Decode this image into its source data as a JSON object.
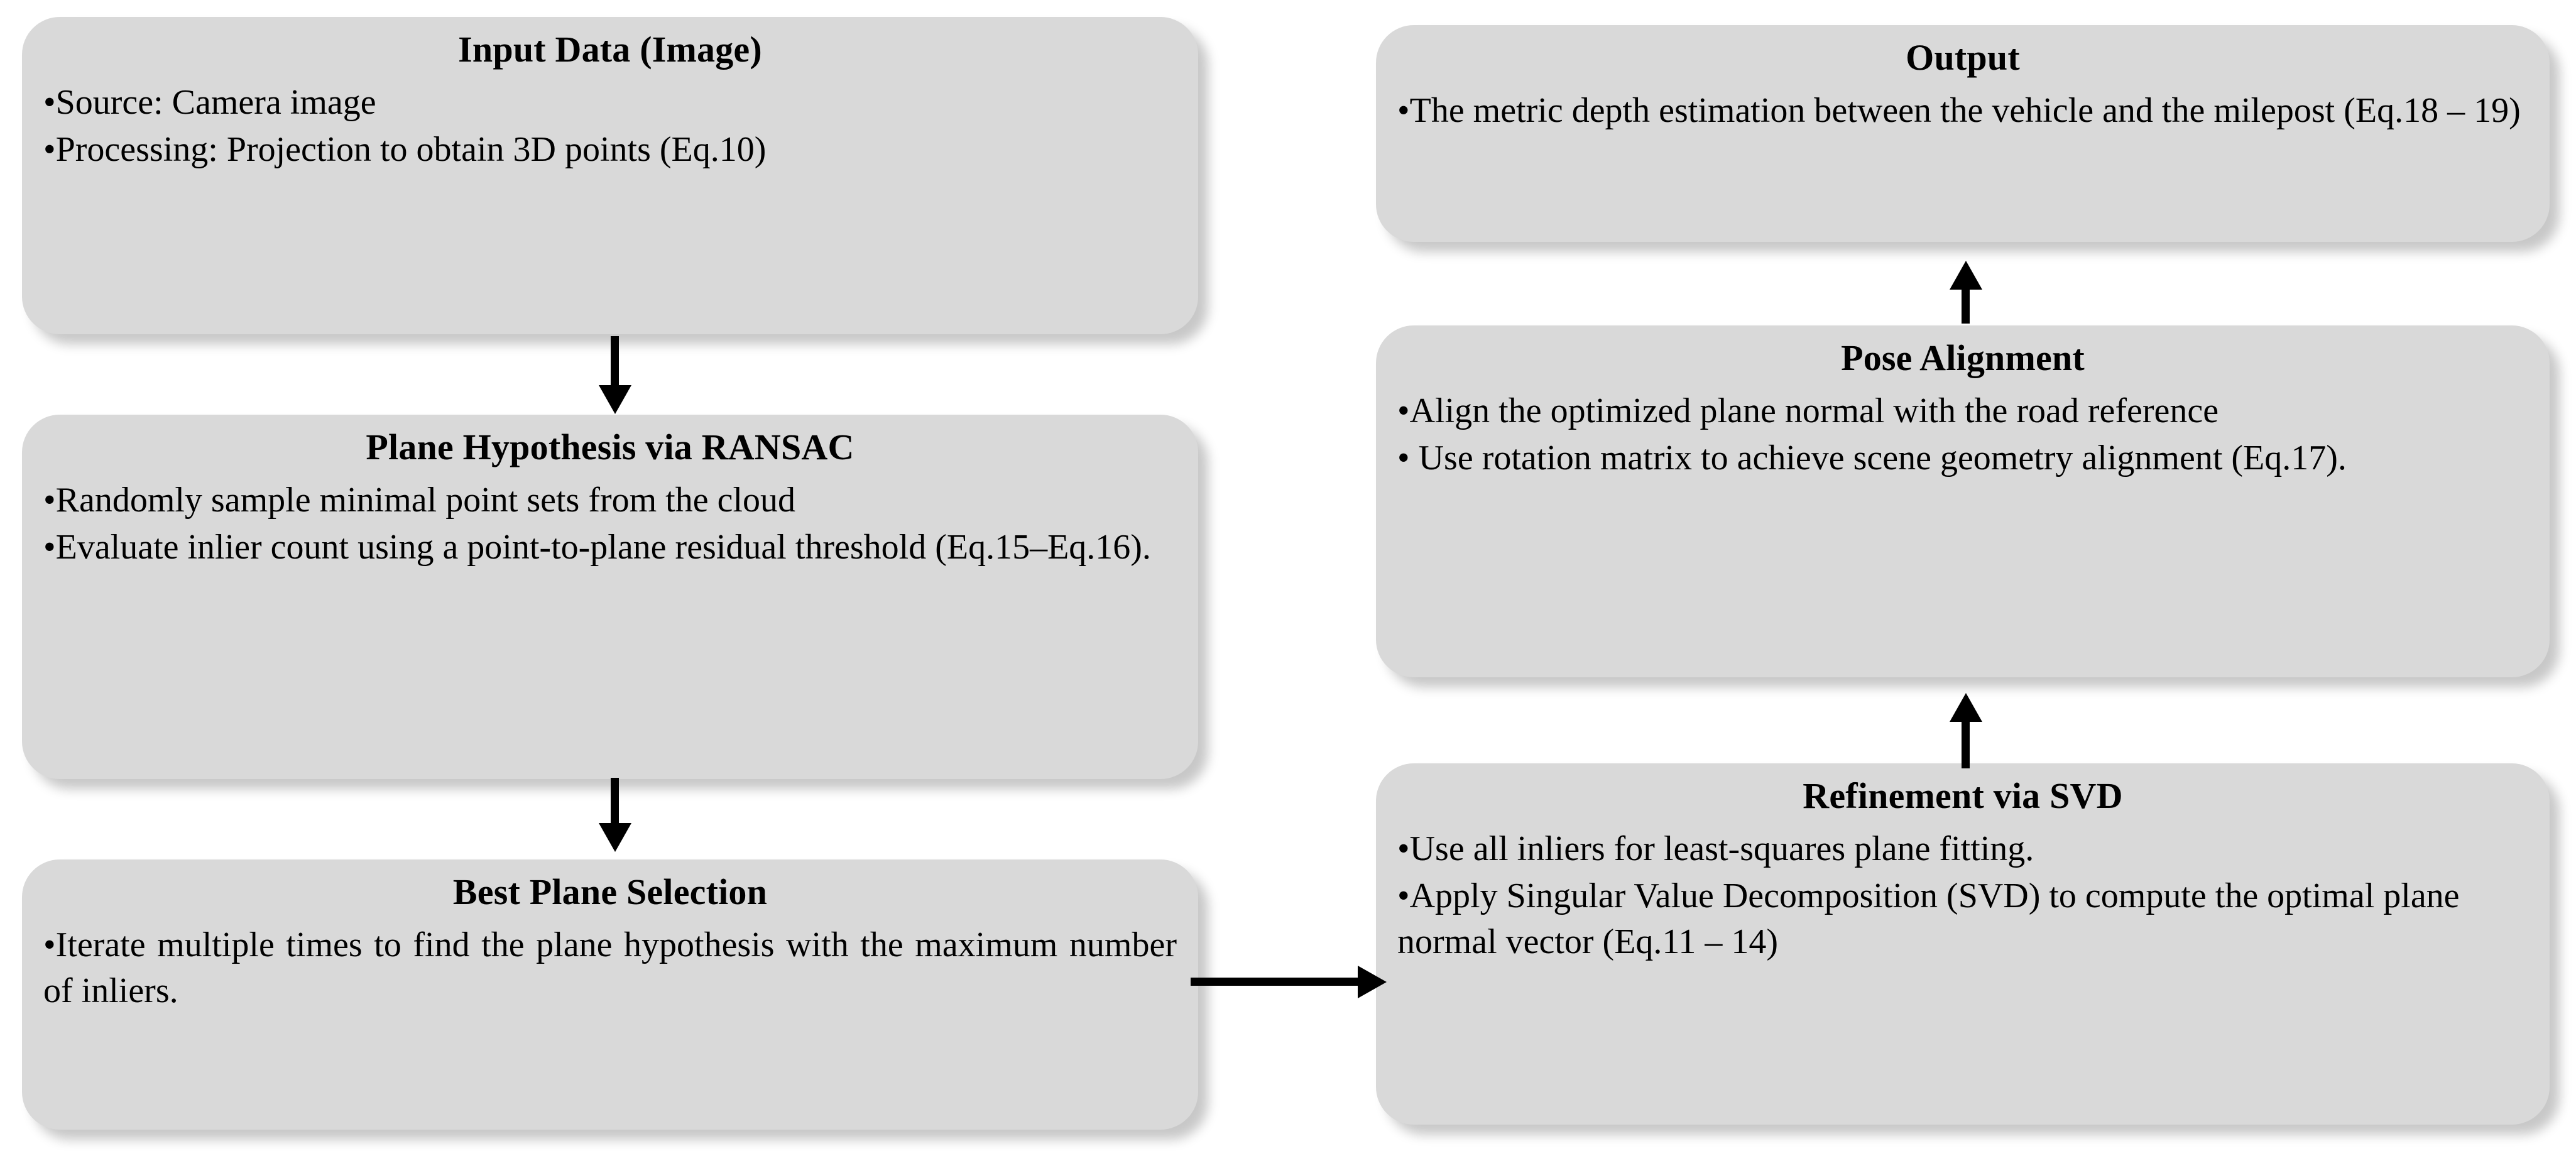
{
  "diagram": {
    "type": "flowchart",
    "colors": {
      "box_fill": "#d9d9d9",
      "text": "#000000",
      "arrow": "#000000",
      "background": "#ffffff"
    },
    "nodes": [
      {
        "id": "input-data",
        "title": "Input Data (Image)",
        "bullets": [
          "•Source: Camera image",
          "•Processing: Projection to obtain 3D points (Eq.10)"
        ]
      },
      {
        "id": "plane-hypothesis",
        "title": "Plane Hypothesis via RANSAC",
        "bullets": [
          "•Randomly sample minimal point sets from the cloud",
          "•Evaluate inlier count using a point-to-plane residual threshold (Eq.15–Eq.16)."
        ]
      },
      {
        "id": "best-plane",
        "title": "Best Plane Selection",
        "bullets": [
          "•Iterate multiple times to find the plane hypothesis with the maximum number of inliers."
        ]
      },
      {
        "id": "refinement",
        "title": "Refinement via SVD",
        "bullets": [
          "•Use all inliers for least-squares plane fitting.",
          "•Apply Singular Value Decomposition (SVD) to compute the optimal plane normal vector (Eq.11 – 14)"
        ]
      },
      {
        "id": "pose-alignment",
        "title": "Pose Alignment",
        "bullets": [
          "•Align the optimized plane normal with the road reference",
          "• Use rotation matrix to achieve scene geometry alignment (Eq.17)."
        ]
      },
      {
        "id": "output",
        "title": "Output",
        "bullets": [
          "•The metric depth estimation between the vehicle and the milepost (Eq.18 – 19)"
        ]
      }
    ],
    "edges": [
      {
        "id": "input-to-hypothesis",
        "from": "input-data",
        "to": "plane-hypothesis",
        "direction": "down"
      },
      {
        "id": "hypothesis-to-best",
        "from": "plane-hypothesis",
        "to": "best-plane",
        "direction": "down"
      },
      {
        "id": "best-to-refinement",
        "from": "best-plane",
        "to": "refinement",
        "direction": "right"
      },
      {
        "id": "refinement-to-pose",
        "from": "refinement",
        "to": "pose-alignment",
        "direction": "up"
      },
      {
        "id": "pose-to-output",
        "from": "pose-alignment",
        "to": "output",
        "direction": "up"
      }
    ]
  }
}
